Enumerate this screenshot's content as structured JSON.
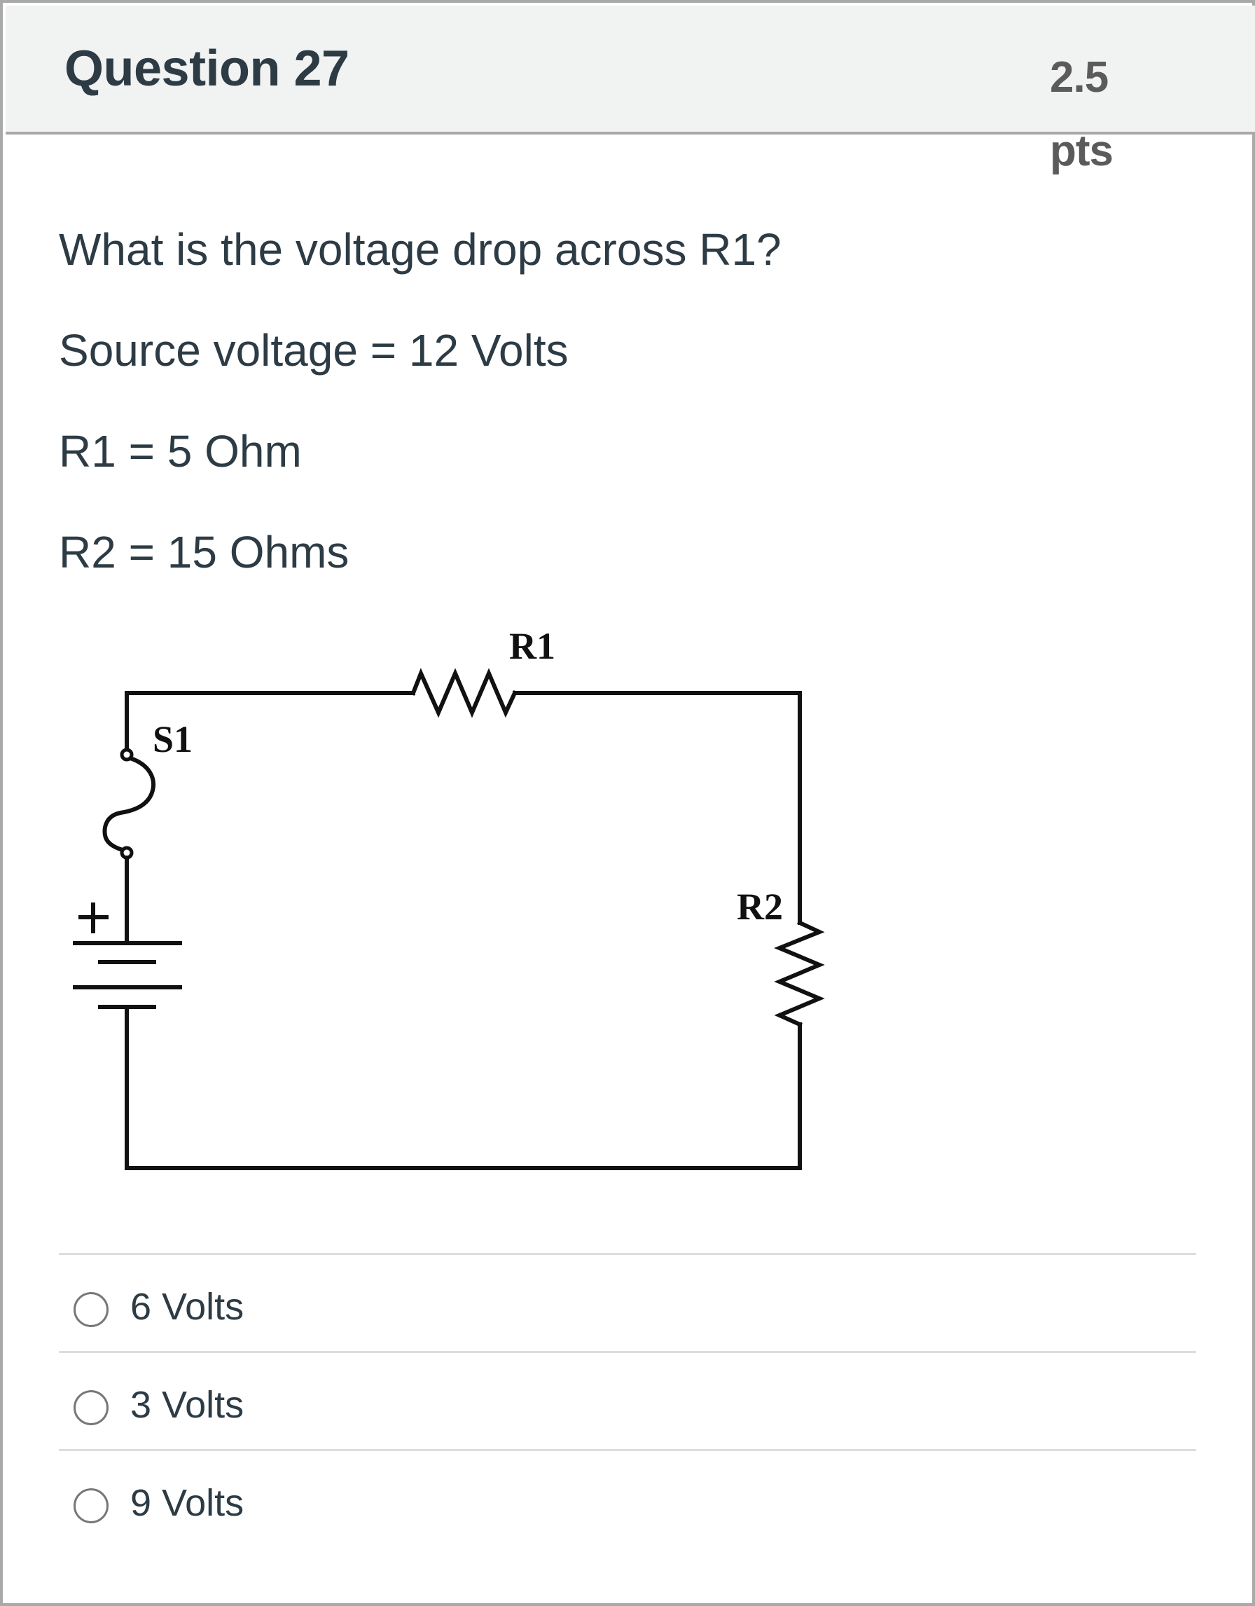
{
  "question": {
    "title": "Question 27",
    "points_value": "2.5",
    "points_unit": "pts",
    "lines": [
      "What is the voltage drop across R1?",
      "Source voltage = 12 Volts",
      "R1 = 5 Ohm",
      "R2 = 15 Ohms"
    ]
  },
  "circuit": {
    "labels": {
      "r1": "R1",
      "r2": "R2",
      "s1": "S1",
      "battery_positive": "+"
    },
    "components": [
      "battery",
      "switch S1",
      "resistor R1",
      "resistor R2"
    ]
  },
  "answers": [
    {
      "label": "6 Volts",
      "selected": false
    },
    {
      "label": "3 Volts",
      "selected": false
    },
    {
      "label": "9 Volts",
      "selected": false
    }
  ],
  "colors": {
    "header_bg": "#f1f2f2",
    "border": "#a9a9a9",
    "text": "#2d3b45",
    "points_text": "#5b5b5b",
    "separator": "#dddddd",
    "radio_border": "#777777"
  }
}
